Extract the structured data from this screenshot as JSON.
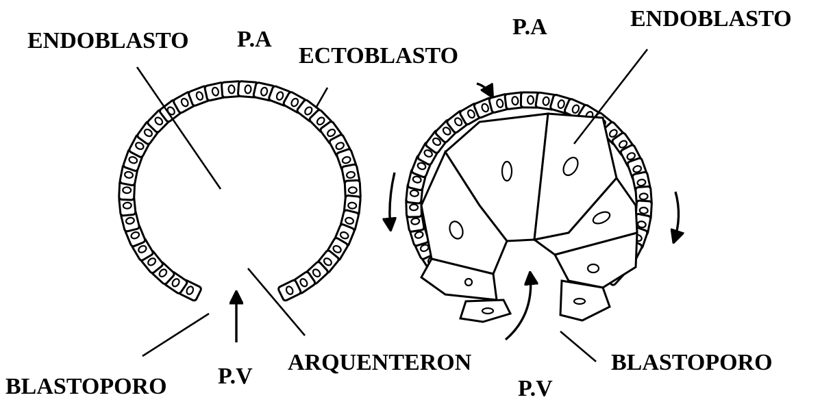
{
  "labels": {
    "left_endoblasto": "ENDOBLASTO",
    "left_pa": "P.A",
    "ectoblasto": "ECTOBLASTO",
    "left_blastoporo": "BLASTOPORO",
    "left_pv": "P.V",
    "arquenteron": "ARQUENTERON",
    "right_pa": "P.A",
    "right_endoblasto": "ENDOBLASTO",
    "right_blastoporo": "BLASTOPORO",
    "right_pv": "P.V"
  },
  "colors": {
    "ink": "#000000",
    "background": "#ffffff"
  }
}
